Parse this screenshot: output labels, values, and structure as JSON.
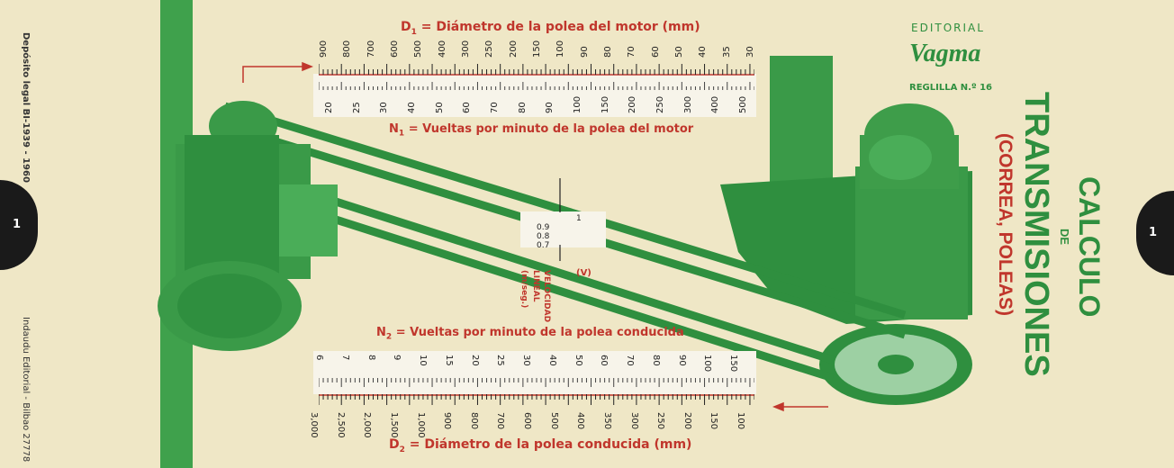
{
  "colors": {
    "card": "#efe7c6",
    "accent_green": "#2f8f3f",
    "accent_red": "#c0362c",
    "slide_white": "#f7f4ea"
  },
  "publisher": {
    "editorial_label": "EDITORIAL",
    "brand": "Vagma",
    "reglilla": "REGLILLA N.º 16"
  },
  "title": {
    "calculo": "CALCULO",
    "de": "DE",
    "transmisiones": "TRANSMISIONES",
    "correa_poleas": "(CORREA, POLEAS)"
  },
  "side_notes": {
    "deposito": "Depósito legal BI-1939 - 1960",
    "imprenta": "Indaudu Editorial - Bilbao 27778"
  },
  "scales": {
    "d1": {
      "label_sym": "D",
      "label_sub": "1",
      "label_text": "= Diámetro de la polea del motor (mm)",
      "ticks": [
        "900",
        "800",
        "700",
        "600",
        "500",
        "400",
        "300",
        "250",
        "200",
        "150",
        "100",
        "90",
        "80",
        "70",
        "60",
        "50",
        "40",
        "35",
        "30"
      ]
    },
    "n1_slide": {
      "ticks": [
        "20",
        "25",
        "30",
        "40",
        "50",
        "60",
        "70",
        "80",
        "90",
        "100",
        "150",
        "200",
        "250",
        "300",
        "400",
        "500"
      ]
    },
    "n1": {
      "label_sym": "N",
      "label_sub": "1",
      "label_text": "= Vueltas por minuto de la polea del motor"
    },
    "n2": {
      "label_sym": "N",
      "label_sub": "2",
      "label_text": "= Vueltas por minuto de la polea conducida"
    },
    "n2_slide": {
      "ticks": [
        "6",
        "7",
        "8",
        "9",
        "10",
        "15",
        "20",
        "25",
        "30",
        "40",
        "50",
        "60",
        "70",
        "80",
        "90",
        "100",
        "150"
      ]
    },
    "d2": {
      "label_sym": "D",
      "label_sub": "2",
      "label_text": "= Diámetro de la polea conducida (mm)",
      "ticks": [
        "3,000",
        "2,500",
        "2,000",
        "1,500",
        "1,000",
        "900",
        "800",
        "700",
        "600",
        "500",
        "400",
        "350",
        "300",
        "250",
        "200",
        "150",
        "100"
      ]
    }
  },
  "velocity": {
    "ticks": [
      "1",
      "0.9",
      "0.8",
      "0.7"
    ],
    "v_label": "(V)",
    "label_1": "VELOCIDAD",
    "label_2": "LINEAL",
    "label_3": "(m/seg.)"
  },
  "page_markers": {
    "left": "1",
    "right": "1"
  }
}
